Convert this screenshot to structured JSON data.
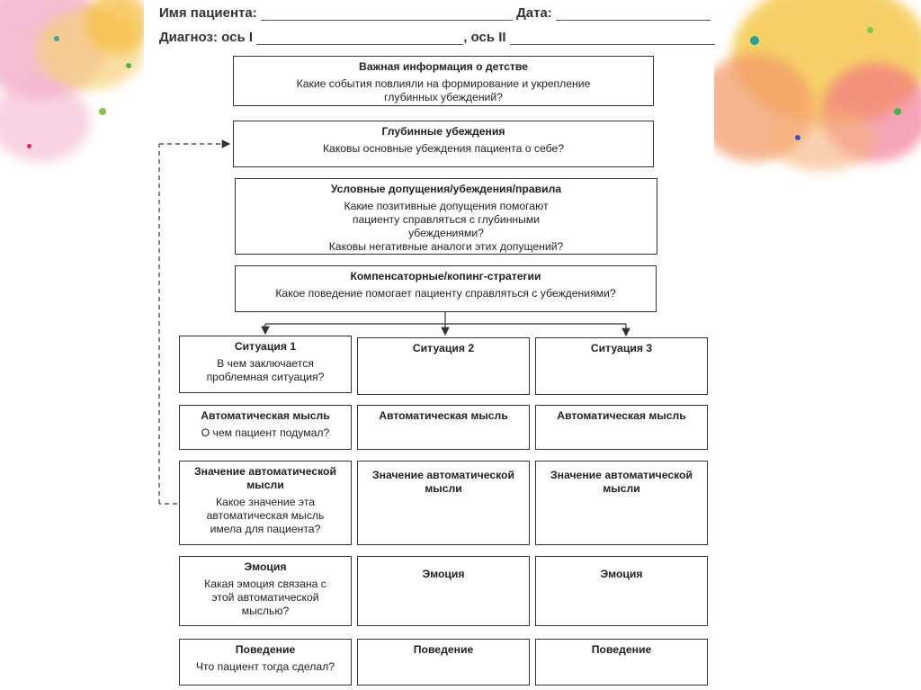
{
  "header": {
    "patient_label": "Имя пациента:",
    "date_label": "Дата:",
    "diagnosis_label": "Диагноз: ось I",
    "axis2_label": ", ось II"
  },
  "childhood": {
    "title": "Важная информация о детстве",
    "question": "Какие события повлияли на формирование и укрепление глубинных убеждений?"
  },
  "core_beliefs": {
    "title": "Глубинные убеждения",
    "question": "Каковы основные убеждения пациента о себе?"
  },
  "assumptions": {
    "title": "Условные допущения/убеждения/правила",
    "question1": "Какие позитивные допущения помогают пациенту справляться с глубинными убеждениями?",
    "question2": "Каковы негативные аналоги этих допущений?"
  },
  "strategies": {
    "title": "Компенсаторные/копинг-стратегии",
    "question": "Какое поведение помогает пациенту справляться с убеждениями?"
  },
  "situations": [
    {
      "situation": {
        "title": "Ситуация 1",
        "question": "В чем заключается проблемная ситуация?"
      },
      "thought": {
        "title": "Автоматическая мысль",
        "question": "О чем пациент подумал?"
      },
      "meaning": {
        "title": "Значение автоматической мысли",
        "question": "Какое значение эта автоматическая мысль имела для пациента?"
      },
      "emotion": {
        "title": "Эмоция",
        "question": "Какая эмоция связана с этой автоматической мыслью?"
      },
      "behavior": {
        "title": "Поведение",
        "question": "Что пациент тогда сделал?"
      }
    },
    {
      "situation": {
        "title": "Ситуация 2",
        "question": ""
      },
      "thought": {
        "title": "Автоматическая мысль",
        "question": ""
      },
      "meaning": {
        "title": "Значение автоматической мысли",
        "question": ""
      },
      "emotion": {
        "title": "Эмоция",
        "question": ""
      },
      "behavior": {
        "title": "Поведение",
        "question": ""
      }
    },
    {
      "situation": {
        "title": "Ситуация 3",
        "question": ""
      },
      "thought": {
        "title": "Автоматическая мысль",
        "question": ""
      },
      "meaning": {
        "title": "Значение автоматической мысли",
        "question": ""
      },
      "emotion": {
        "title": "Эмоция",
        "question": ""
      },
      "behavior": {
        "title": "Поведение",
        "question": ""
      }
    }
  ]
}
